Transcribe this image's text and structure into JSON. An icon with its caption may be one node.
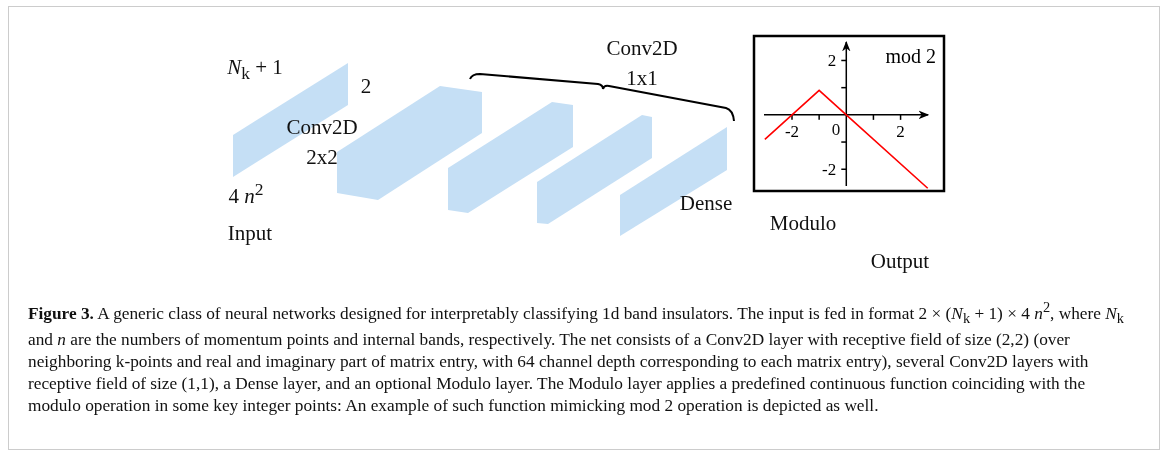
{
  "diagram": {
    "caption": "**Figure 3.** A generic class of neural networks designed for interpretably classifying 1d band insulators. The input is fed in format 2 × (*N*$_{k}$ + 1) × 4 *n*$^{2}$, where *N*$_{k}$ and *n* are the numbers of momentum points and internal bands, respectively. The net consists of a Conv2D layer with receptive field of size (2,2) (over neighboring k-points and real and imaginary part of matrix entry, with 64 channel depth corresponding to each matrix entry), several Conv2D layers with receptive field of size (1,1), a Dense layer, and an optional Modulo layer. The Modulo layer applies a predefined continuous function coinciding with the modulo operation in some key integer points: An example of such function mimicking mod 2 operation is depicted as well.",
    "nodes": [
      {
        "text": [],
        "shape": "box"
      },
      {
        "text": [],
        "shape": "box"
      },
      {
        "text": [],
        "shape": "box"
      },
      {
        "text": [],
        "shape": "box"
      },
      {
        "text": [],
        "shape": "box"
      }
    ],
    "labels": [
      "*N*$_{k}$ + 1",
      "2",
      "Conv2D 2x2",
      "4 *n*$^{2}$",
      "Input",
      "Conv2D 1x1",
      "Dense",
      "Modulo",
      "Output",
      "0"
    ],
    "chart_data": {
      "type": "line",
      "x": [
        -3,
        -1,
        0,
        3
      ],
      "series": [
        {
          "color": "#ff0000",
          "values": [
            -0.9,
            0.9,
            0,
            -2.7
          ]
        }
      ],
      "xlim": [
        -3.4,
        3.6
      ],
      "ylim": [
        -2.8,
        2.9
      ],
      "xticks": [
        -2,
        2
      ],
      "yticks": [
        -2,
        2
      ],
      "annotations": [
        "mod 2"
      ]
    }
  }
}
